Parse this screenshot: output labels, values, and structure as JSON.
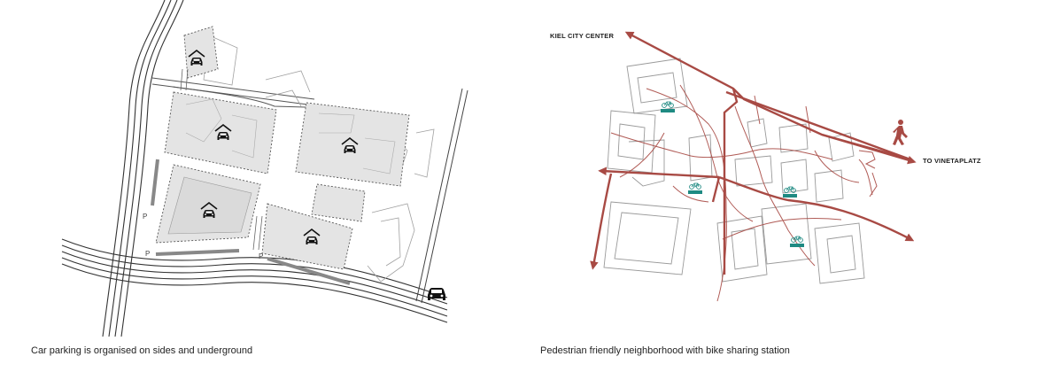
{
  "left_diagram": {
    "caption": "Car parking is organised on sides and underground",
    "parking_marker": "P",
    "icons": [
      "car-garage-icon",
      "car-icon"
    ]
  },
  "right_diagram": {
    "caption": "Pedestrian friendly neighborhood with bike sharing station",
    "label_city_center": "KIEL CITY CENTER",
    "label_vinetaplatz": "TO VINETAPLATZ",
    "icons": [
      "pedestrian-icon",
      "bike-station-icon"
    ]
  },
  "colors": {
    "path_red": "#a84a44",
    "bike_station": "#1e8a82",
    "garage_fill": "#e4e4e4",
    "line_gray": "#9a9a9a"
  }
}
